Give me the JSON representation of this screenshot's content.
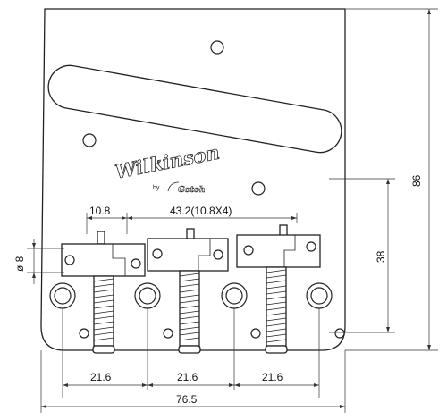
{
  "dimensions": {
    "saddle_spacing_label": "10.8",
    "saddle_span_label": "43.2(10.8X4)",
    "height_label": "86",
    "pickup_to_hole_label": "38",
    "hole_diameter_label": "ø 8",
    "spacing_1": "21.6",
    "spacing_2": "21.6",
    "spacing_3": "21.6",
    "total_width_label": "76.5"
  },
  "logo": {
    "brand": "Wilkinson",
    "by": "by",
    "maker": "Gotoh"
  },
  "colors": {
    "line": "#222222",
    "background": "#ffffff"
  }
}
